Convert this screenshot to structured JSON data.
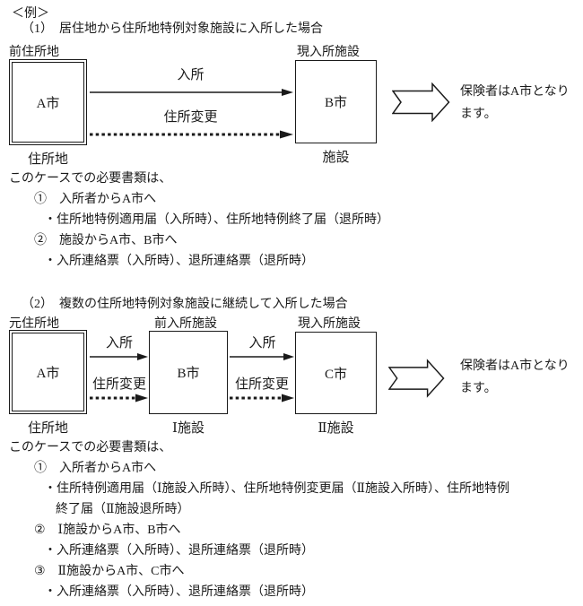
{
  "page": {
    "title": "＜例＞"
  },
  "case1": {
    "heading": "（1）　居住地から住所地特例対象施設に入所した場合",
    "diagram": {
      "source_box": {
        "label_top": "前住所地",
        "name": "A市",
        "label_bottom": "住所地"
      },
      "facility_box": {
        "label_top": "現入所施設",
        "name": "B市",
        "label_bottom": "施設"
      },
      "admission_arrow_label": "入所",
      "address_change_arrow_label": "住所変更",
      "result_lines": [
        "保険者はA市となり",
        "ます。"
      ]
    },
    "notes": {
      "intro": "このケースでの必要書類は、",
      "lines": [
        "①　入所者からA市へ",
        "・住所地特例適用届（入所時）、住所地特例終了届（退所時）",
        "②　施設からA市、B市へ",
        "・入所連絡票（入所時）、退所連絡票（退所時）"
      ]
    }
  },
  "case2": {
    "heading": "（2）　複数の住所地特例対象施設に継続して入所した場合",
    "diagram": {
      "source_box": {
        "label_top": "元住所地",
        "name": "A市",
        "label_bottom": "住所地"
      },
      "middle_box": {
        "label_top": "前入所施設",
        "name": "B市",
        "label_bottom": "Ⅰ施設"
      },
      "facility_box": {
        "label_top": "現入所施設",
        "name": "C市",
        "label_bottom": "Ⅱ施設"
      },
      "admission_arrow_label": "入所",
      "address_change_arrow_label": "住所変更",
      "result_lines": [
        "保険者はA市となり",
        "ます。"
      ]
    },
    "notes": {
      "intro": "このケースでの必要書類は、",
      "lines": [
        "①　入所者からA市へ",
        "・住所特例適用届（Ⅰ施設入所時）、住所地特例変更届（Ⅱ施設入所時）、住所地特例",
        "終了届（Ⅱ施設退所時）",
        "②　Ⅰ施設からA市、B市へ",
        "・入所連絡票（入所時）、退所連絡票（退所時）",
        "③　Ⅱ施設からA市、C市へ",
        "・入所連絡票（入所時）、退所連絡票（退所時）"
      ]
    }
  },
  "colors": {
    "ink": "#1a1a1a",
    "background": "#ffffff"
  }
}
